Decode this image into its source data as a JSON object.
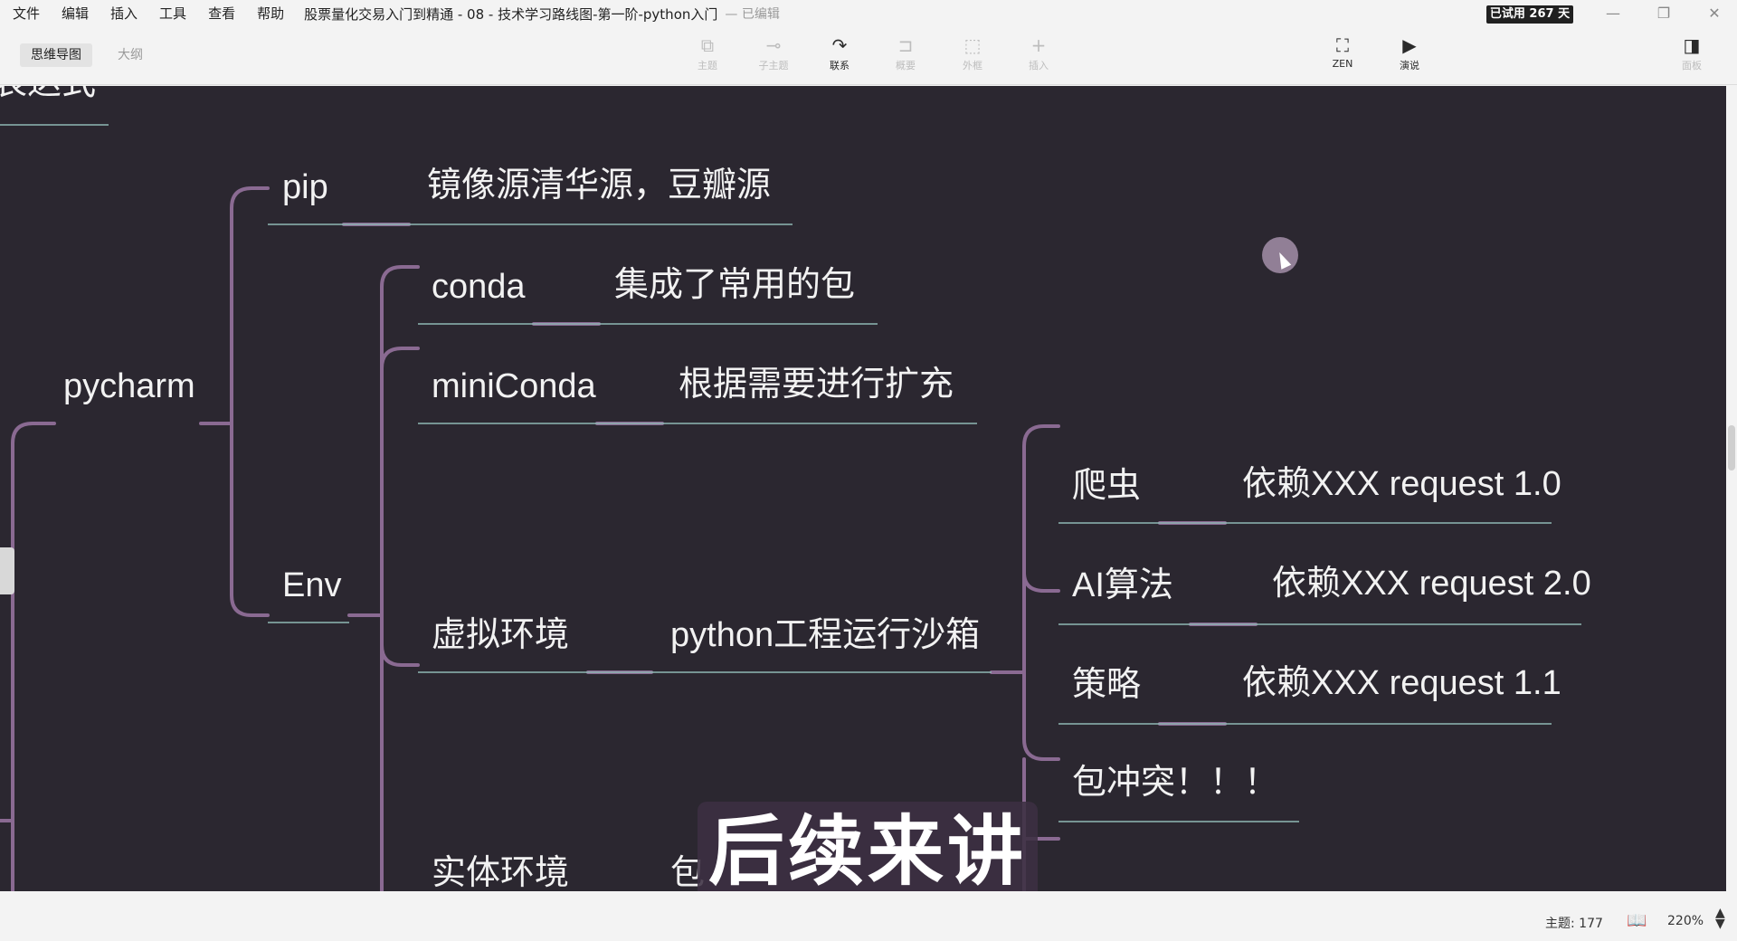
{
  "menubar": {
    "items": [
      "文件",
      "编辑",
      "插入",
      "工具",
      "查看",
      "帮助"
    ],
    "document_title": "股票量化交易入门到精通 - 08 - 技术学习路线图-第一阶-python入门",
    "status": "— 已编辑",
    "trial_badge": "已试用 267 天"
  },
  "toolbar": {
    "view_tabs": [
      "思维导图",
      "大纲"
    ],
    "tools": [
      {
        "label": "主题",
        "icon": "topic-icon",
        "enabled": false
      },
      {
        "label": "子主题",
        "icon": "subtopic-icon",
        "enabled": false
      },
      {
        "label": "联系",
        "icon": "relationship-icon",
        "enabled": true
      },
      {
        "label": "概要",
        "icon": "summary-icon",
        "enabled": false
      },
      {
        "label": "外框",
        "icon": "boundary-icon",
        "enabled": false
      },
      {
        "label": "插入",
        "icon": "insert-icon",
        "enabled": false
      }
    ],
    "right_tools": [
      {
        "label": "ZEN",
        "icon": "zen-mode-icon"
      },
      {
        "label": "演说",
        "icon": "pitch-mode-icon"
      },
      {
        "label": "面板",
        "icon": "panel-icon"
      }
    ]
  },
  "mindmap": {
    "fragment_top": "表达式",
    "pycharm": "pycharm",
    "pip": "pip",
    "pip_note": "镜像源清华源，豆瓣源",
    "env": "Env",
    "conda": "conda",
    "conda_note": "集成了常用的包",
    "miniconda": "miniConda",
    "miniconda_note": "根据需要进行扩充",
    "virtual_env": "虚拟环境",
    "virtual_env_note": "python工程运行沙箱",
    "crawler": "爬虫",
    "crawler_note": "依赖XXX request 1.0",
    "ai": "AI算法",
    "ai_note": "依赖XXX request 2.0",
    "strategy": "策略",
    "strategy_note": "依赖XXX request 1.1",
    "conflict": "包冲突！！！",
    "physical_env": "实体环境",
    "physical_env_note": "包",
    "line_color": "#8a6a92",
    "underline_color": "#8fb8b4"
  },
  "subtitle": "后续来讲",
  "statusbar": {
    "topic_count": "主题: 177",
    "zoom": "220%"
  }
}
